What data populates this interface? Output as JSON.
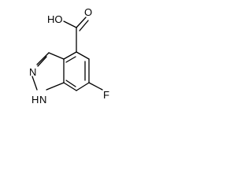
{
  "structure": {
    "atoms": {
      "carboxyl_oh": "HO",
      "carbonyl_o": "O",
      "ring_n2": "N",
      "ring_n1h": "H",
      "ring_n1": "N",
      "fluorine": "F"
    }
  },
  "colors": {
    "bond": "#000000",
    "text": "#000000",
    "background": "#ffffff"
  }
}
